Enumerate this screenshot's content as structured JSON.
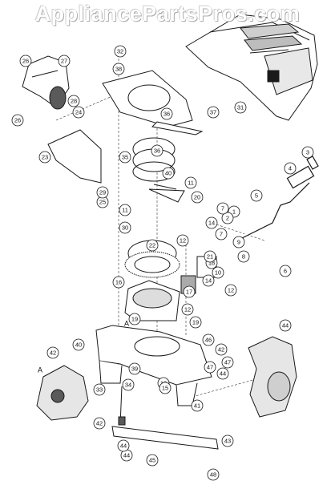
{
  "watermark": "AppliancePartsPros.com",
  "callouts": [
    "1",
    "2",
    "3",
    "4",
    "5",
    "6",
    "7",
    "7",
    "8",
    "9",
    "10",
    "11",
    "11",
    "12",
    "12",
    "12",
    "13",
    "14",
    "14",
    "15",
    "16",
    "17",
    "18",
    "19",
    "19",
    "20",
    "21",
    "22",
    "23",
    "24",
    "25",
    "26",
    "26",
    "27",
    "28",
    "29",
    "30",
    "31",
    "32",
    "33",
    "34",
    "35",
    "36",
    "36",
    "37",
    "38",
    "39",
    "40",
    "40",
    "41",
    "42",
    "42",
    "42",
    "43",
    "44",
    "44",
    "44",
    "44",
    "45",
    "46",
    "47",
    "47",
    "48",
    "A",
    "A"
  ],
  "colors": {
    "line": "#1a1a1a",
    "bubble_fill": "#ffffff",
    "shade": "#5a5a5a"
  }
}
